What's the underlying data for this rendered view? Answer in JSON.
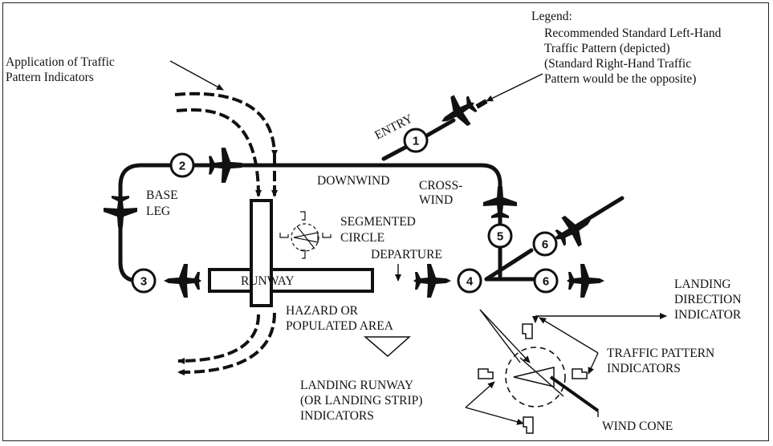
{
  "legend": {
    "title": "Legend:",
    "lines": [
      "Recommended Standard Left-Hand",
      "Traffic Pattern (depicted)",
      "(Standard Right-Hand Traffic",
      "Pattern would be the opposite)"
    ]
  },
  "application": [
    "Application of Traffic",
    "Pattern Indicators"
  ],
  "labels": {
    "entry": "ENTRY",
    "downwind": "DOWNWIND",
    "crosswind": [
      "CROSS-",
      "WIND"
    ],
    "base_leg": [
      "BASE",
      "LEG"
    ],
    "segmented_circle": [
      "SEGMENTED",
      "CIRCLE"
    ],
    "departure": "DEPARTURE",
    "runway": "RUNWAY",
    "hazard": [
      "HAZARD OR",
      "POPULATED AREA"
    ],
    "landing_direction": [
      "LANDING",
      "DIRECTION",
      "INDICATOR"
    ],
    "traffic_pattern_indicators": [
      "TRAFFIC PATTERN",
      "INDICATORS"
    ],
    "landing_runway": [
      "LANDING RUNWAY",
      "(OR LANDING STRIP)",
      "INDICATORS"
    ],
    "wind_cone": "WIND CONE"
  },
  "markers": [
    "1",
    "2",
    "3",
    "4",
    "5",
    "6",
    "6"
  ],
  "colors": {
    "ink": "#111111",
    "background": "#ffffff"
  }
}
